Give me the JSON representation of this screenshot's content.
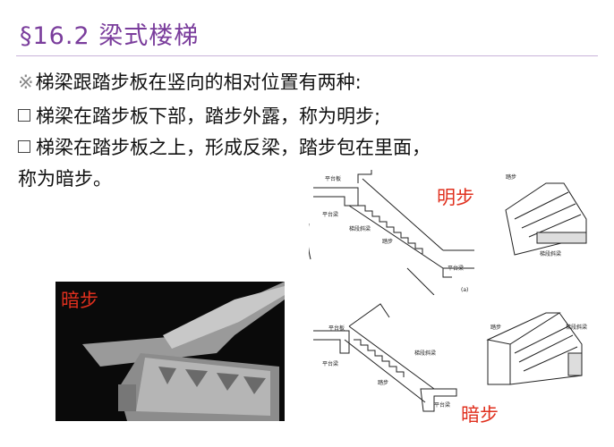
{
  "title": "§16.2 梁式楼梯",
  "intro": {
    "marker": "※",
    "text": "梯梁跟踏步板在竖向的相对位置有两种:"
  },
  "bullets": [
    {
      "text": "梯梁在踏步板下部，踏步外露，称为明步;"
    },
    {
      "text": "梯梁在踏步板之上，形成反梁，踏步包在里面，"
    }
  ],
  "continuation": "称为暗步。",
  "photo": {
    "caption": "暗步"
  },
  "diagram_top": {
    "caption": "明步",
    "labels": [
      "平台板",
      "平台梁",
      "梯段斜梁",
      "踏步",
      "平台梁"
    ],
    "figure_label": "(a)",
    "iso_labels": [
      "踏步",
      "梯段斜梁"
    ]
  },
  "diagram_bottom": {
    "caption": "暗步",
    "labels": [
      "平台板",
      "平台梁",
      "梯段斜梁",
      "踏步",
      "平台梁"
    ],
    "iso_labels": [
      "踏步",
      "梯段斜梁"
    ]
  },
  "colors": {
    "title": "#7a3d9c",
    "accent": "#e0301e"
  }
}
